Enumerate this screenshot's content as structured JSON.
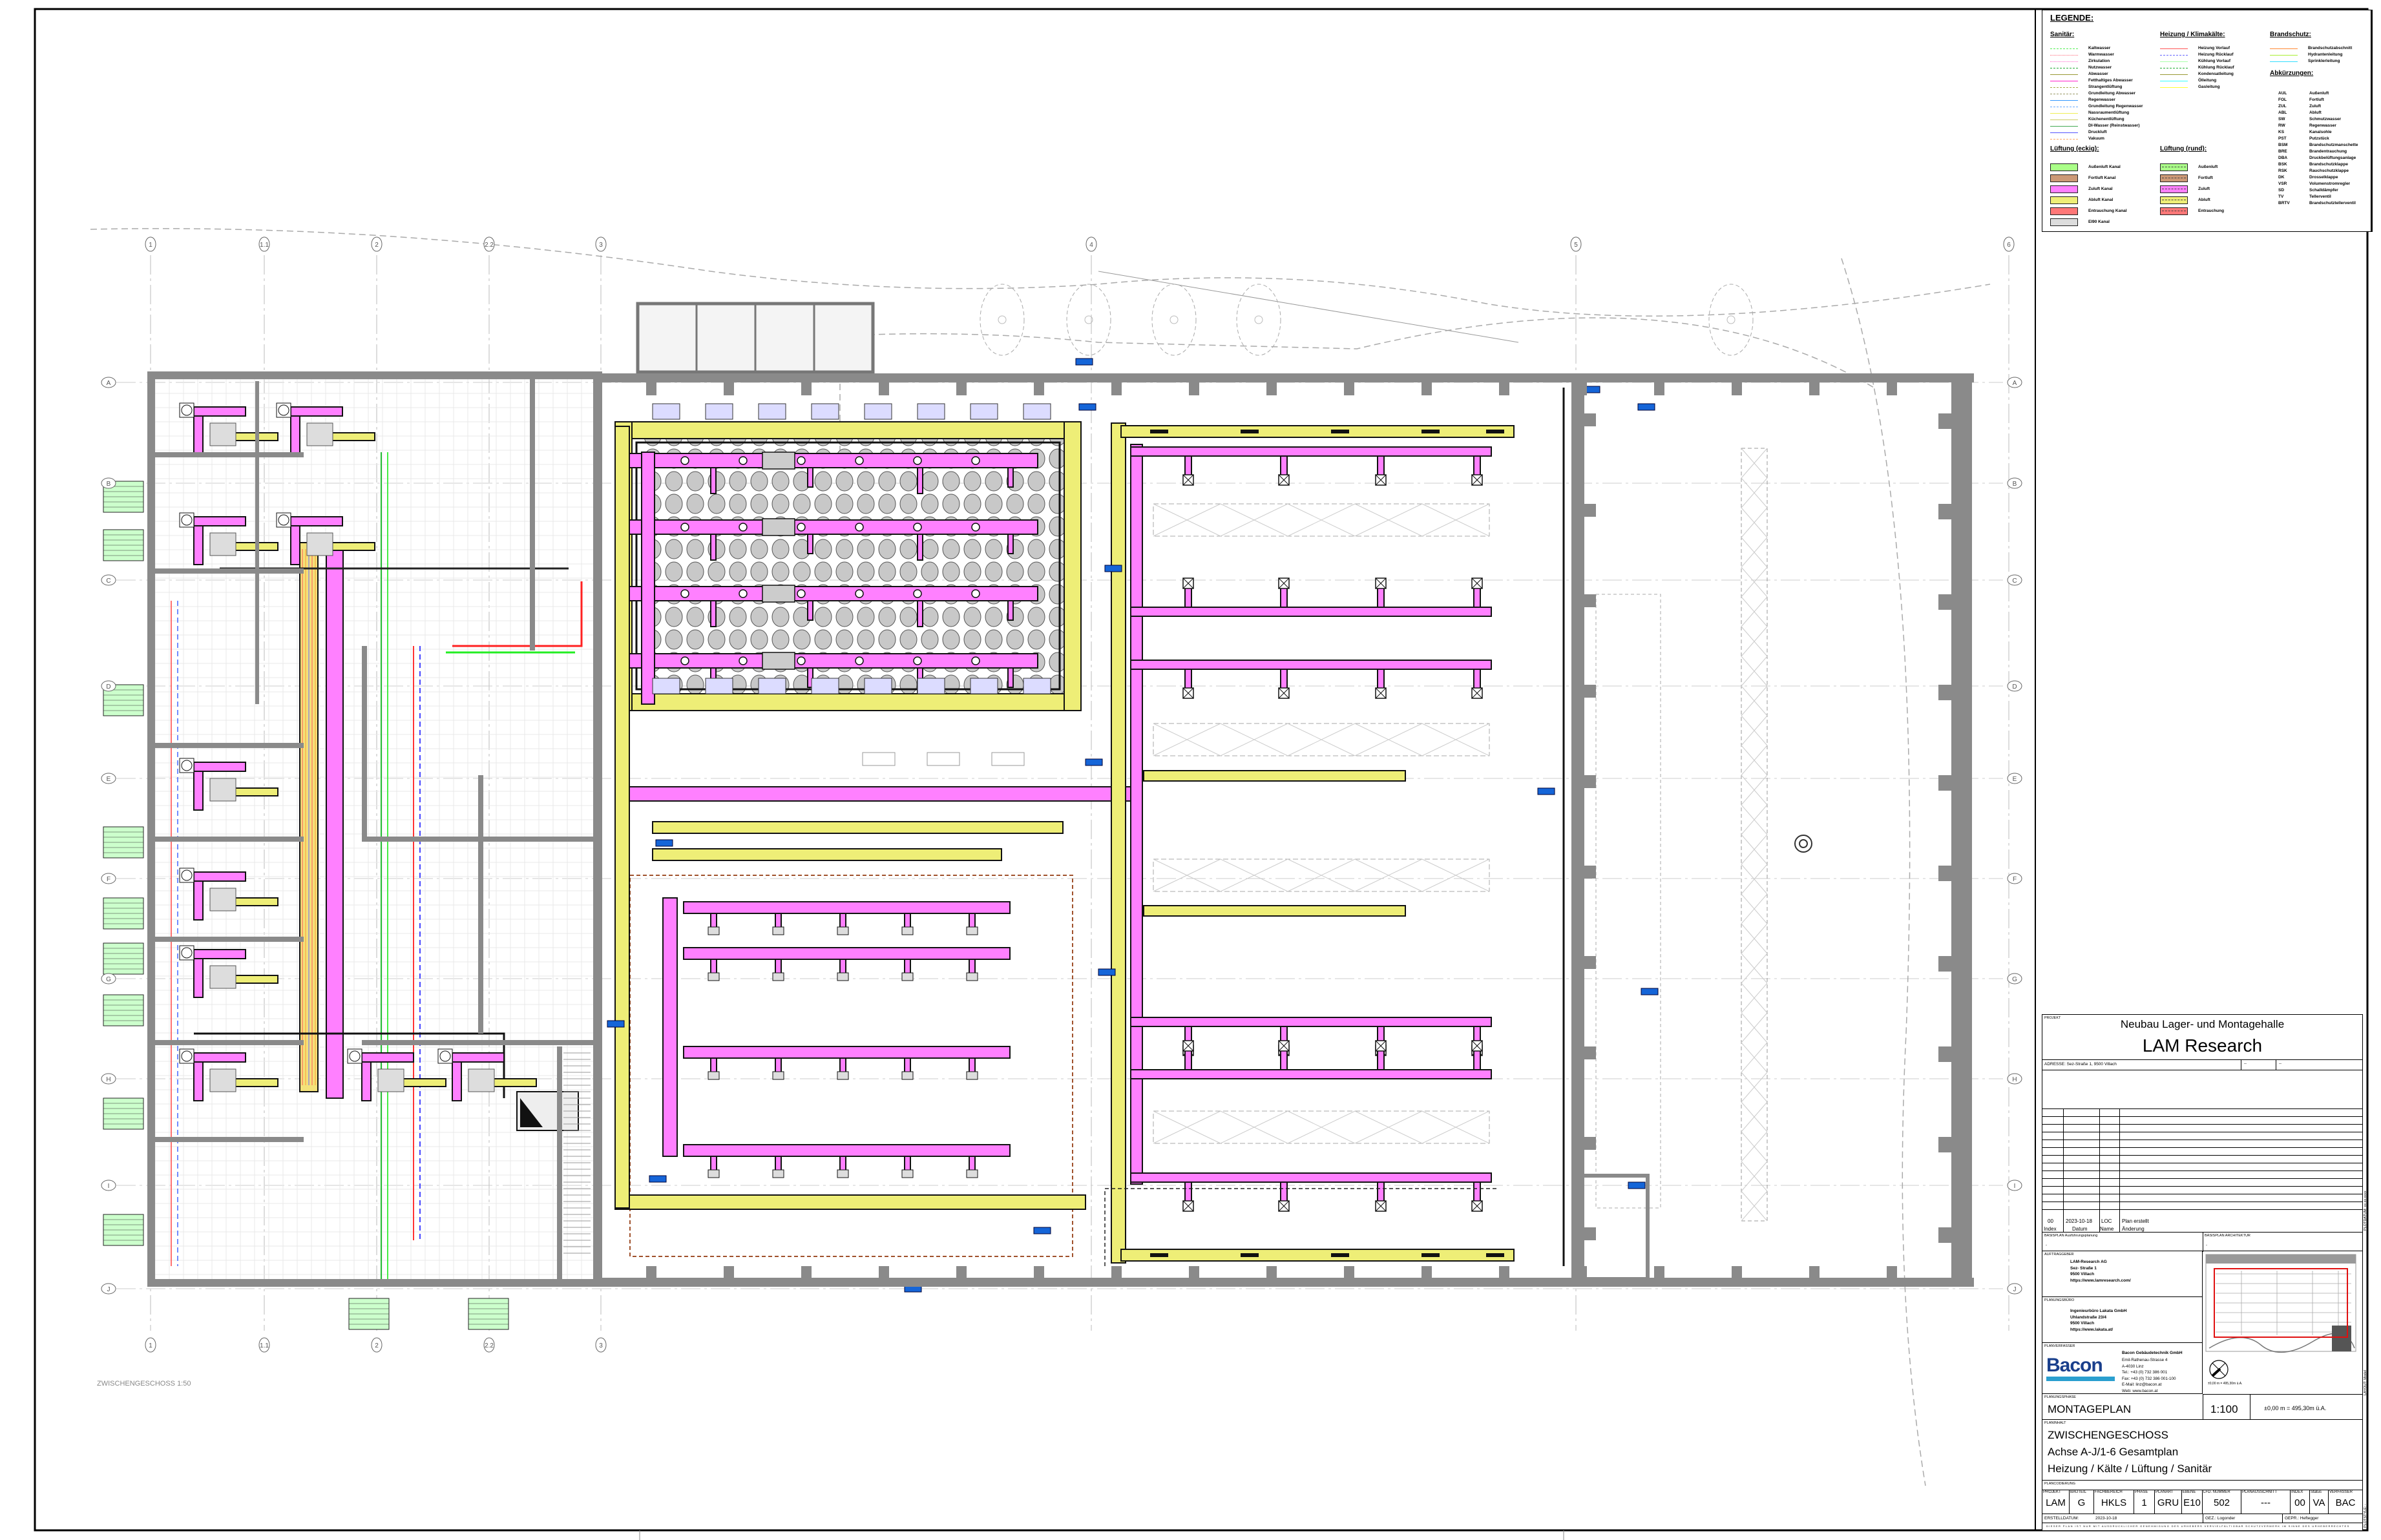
{
  "plan": {
    "grid_columns": [
      "1",
      "1.1",
      "2",
      "2.2",
      "3",
      "4",
      "5",
      "6"
    ],
    "grid_rows": [
      "A",
      "B",
      "C",
      "D",
      "E",
      "F",
      "G",
      "H",
      "I",
      "J"
    ],
    "caption": "ZWISCHENGESCHOSS 1:50",
    "colors": {
      "zuluft": "#ff80ff",
      "abluft": "#eeee77",
      "wall": "#8a8a8a",
      "tag": "#1565d8",
      "label_green": "#ccffcc"
    }
  },
  "legend": {
    "title": "LEGENDE:",
    "sanitaer": {
      "heading": "Sanitär:",
      "items": [
        {
          "label": "Kaltwasser",
          "color": "#55ee55",
          "style": "dashed"
        },
        {
          "label": "Warmwasser",
          "color": "#ff6677",
          "style": "dotted"
        },
        {
          "label": "Zirkulation",
          "color": "#ff66cc",
          "style": "dotted"
        },
        {
          "label": "Nutzwasser",
          "color": "#22aa33",
          "style": "dashed"
        },
        {
          "label": "Abwasser",
          "color": "#999933",
          "style": "solid"
        },
        {
          "label": "Fetthaltiges Abwasser",
          "color": "#ff22cc",
          "style": "solid"
        },
        {
          "label": "Strangentlüftung",
          "color": "#aaaa44",
          "style": "dashed"
        },
        {
          "label": "Grundleitung Abwasser",
          "color": "#999966",
          "style": "dashed"
        },
        {
          "label": "Regenwasser",
          "color": "#3399ff",
          "style": "solid"
        },
        {
          "label": "Grundleitung Regenwasser",
          "color": "#66aaff",
          "style": "dashed"
        },
        {
          "label": "Nassraumentlüftung",
          "color": "#eeee55",
          "style": "solid"
        },
        {
          "label": "Küchenentlüftung",
          "color": "#cccc66",
          "style": "solid"
        },
        {
          "label": "DI-Wasser (Reinstwasser)",
          "color": "#44aa55",
          "style": "solid"
        },
        {
          "label": "Druckluft",
          "color": "#5555ff",
          "style": "solid"
        },
        {
          "label": "Vakuum",
          "color": "#ffaa66",
          "style": "dashed"
        }
      ]
    },
    "heizung": {
      "heading": "Heizung / Klimakälte:",
      "items": [
        {
          "label": "Heizung Vorlauf",
          "color": "#ff5555",
          "style": "solid"
        },
        {
          "label": "Heizung Rücklauf",
          "color": "#6666ff",
          "style": "dashed"
        },
        {
          "label": "Kühlung Vorlauf",
          "color": "#aaffaa",
          "style": "solid"
        },
        {
          "label": "Kühlung Rücklauf",
          "color": "#22aa33",
          "style": "dashed"
        },
        {
          "label": "Kondensatleitung",
          "color": "#999933",
          "style": "solid"
        },
        {
          "label": "Ölleitung",
          "color": "#33ffff",
          "style": "solid"
        },
        {
          "label": "Gasleitung",
          "color": "#ffff33",
          "style": "solid"
        }
      ]
    },
    "brandschutz": {
      "heading": "Brandschutz:",
      "items": [
        {
          "label": "Brandschutzabschnitt",
          "color": "#ff8833",
          "style": "solid"
        },
        {
          "label": "Hydrantenleitung",
          "color": "#aaee33",
          "style": "solid"
        },
        {
          "label": "Sprinklerleitung",
          "color": "#33ddff",
          "style": "solid"
        }
      ]
    },
    "abkuerzungen": {
      "heading": "Abkürzungen:",
      "items": [
        {
          "abbr": "AUL",
          "meaning": "Außenluft"
        },
        {
          "abbr": "FOL",
          "meaning": "Fortluft"
        },
        {
          "abbr": "ZUL",
          "meaning": "Zuluft"
        },
        {
          "abbr": "ABL",
          "meaning": "Abluft"
        },
        {
          "abbr": "SW",
          "meaning": "Schmutzwasser"
        },
        {
          "abbr": "RW",
          "meaning": "Regenwasser"
        },
        {
          "abbr": "KS",
          "meaning": "Kanalsohle"
        },
        {
          "abbr": "PST",
          "meaning": "Putzstück"
        },
        {
          "abbr": "BSM",
          "meaning": "Brandschutzmanschette"
        },
        {
          "abbr": "BRE",
          "meaning": "Brandentrauchung"
        },
        {
          "abbr": "DBA",
          "meaning": "Druckbelüftungsanlage"
        },
        {
          "abbr": "BSK",
          "meaning": "Brandschutzklappe"
        },
        {
          "abbr": "RSK",
          "meaning": "Rauchschutzklappe"
        },
        {
          "abbr": "DK",
          "meaning": "Drosselklappe"
        },
        {
          "abbr": "VSR",
          "meaning": "Volumenstromregler"
        },
        {
          "abbr": "SD",
          "meaning": "Schalldämpfer"
        },
        {
          "abbr": "TV",
          "meaning": "Tellerventil"
        },
        {
          "abbr": "BRTV",
          "meaning": "Brandschutztellerventil"
        }
      ]
    },
    "lueftung_eckig": {
      "heading": "Lüftung (eckig):",
      "items": [
        {
          "label": "Außenluft Kanal",
          "color": "#aaff88"
        },
        {
          "label": "Fortluft Kanal",
          "color": "#cc9977"
        },
        {
          "label": "Zuluft Kanal",
          "color": "#ff80ff"
        },
        {
          "label": "Abluft Kanal",
          "color": "#eeee77"
        },
        {
          "label": "Entrauchung Kanal",
          "color": "#ff7777"
        },
        {
          "label": "EI90 Kanal",
          "color": "#dddddd"
        }
      ]
    },
    "lueftung_rund": {
      "heading": "Lüftung (rund):",
      "items": [
        {
          "label": "Außenluft",
          "color": "#aaff88"
        },
        {
          "label": "Fortluft",
          "color": "#cc9977"
        },
        {
          "label": "Zuluft",
          "color": "#ff80ff"
        },
        {
          "label": "Abluft",
          "color": "#eeee77"
        },
        {
          "label": "Entrauchung",
          "color": "#ff7777"
        }
      ]
    }
  },
  "title_block": {
    "projekt_caption": "PROJEKT",
    "projekt_line1": "Neubau Lager- und Montagehalle",
    "projekt_line2": "LAM Research",
    "adresse": "ADRESSE: Sez-Straße 1, 9500 Villach",
    "adresse_extra1": "--",
    "adresse_extra2": "--",
    "revision": {
      "index": "00",
      "datum": "2023-10-18",
      "name": "LOC",
      "aenderung": "Plan erstellt"
    },
    "revision_headers": {
      "index": "Index",
      "datum": "Datum",
      "name": "Name",
      "aenderung": "Änderung"
    },
    "basisplan_ausfuehrung_caption": "BASISPLAN Ausführungsplanung",
    "basisplan_ausfuehrung_value": "-",
    "basisplan_architektur_caption": "BASISPLAN ARCHITEKTUR",
    "basisplan_architektur_value": "-",
    "auftraggeber_caption": "AUFTRAGGEBER",
    "auftraggeber": [
      "LAM-Research AG",
      "Sez- Straße 1",
      "9500 Villach",
      "https://www.lamresearch.com/"
    ],
    "planungsbuero_caption": "PLANUNGSBÜRO",
    "planungsbuero": [
      "Ingenieurbüro Lakata GmbH",
      "Uhlandstraße 23/4",
      "9500 Villach",
      "https://www.lakata.at/"
    ],
    "planverfasser_caption": "PLANVERFASSER",
    "logo_text": "Bacon",
    "planverfasser_name": "Bacon Gebäudetechnik GmbH",
    "planverfasser": [
      "Emil-Rathenau-Strasse 4",
      "A-4030 Linz",
      "Tel.: +43 (0) 732 386 001",
      "Fax: +43 (0) 732 386 001-100",
      "E-Mail: linz@bacon.at",
      "Web: www.bacon.at"
    ],
    "map_caption": "±0,00 m = 495,30m ü.A.",
    "planungsphase_caption": "PLANUNGSPHASE",
    "planungsphase": "MONTAGEPLAN",
    "massstab": "1:100",
    "hoehe": "±0,00 m = 495,30m ü.A.",
    "planinhalt_caption": "PLANINHALT",
    "planinhalt": [
      "ZWISCHENGESCHOSS",
      "Achse A-J/1-6 Gesamtplan",
      "Heizung / Kälte / Lüftung / Sanitär"
    ],
    "plancodierung_caption": "PLANCODIERUNG",
    "code_headers": [
      "PROJEKT",
      "BAUTEIL",
      "FACHBEREICH",
      "PHASE",
      "PLANART",
      "EBENE",
      "LFD. NUMMER",
      "PLANAUSSCHNITT",
      "INDEX",
      "Status",
      "VERFASSER"
    ],
    "code_values": [
      "LAM",
      "G",
      "HKLS",
      "1",
      "GRU",
      "E10",
      "502",
      "---",
      "00",
      "VA",
      "BAC"
    ],
    "erstelldatum_caption": "ERSTELLDATUM:",
    "erstelldatum": "2023-10-18",
    "gez": "GEZ.: Logonder",
    "gepr": "GEPR.: Heftegger",
    "disclaimer": "DIESER PLAN IST NUR MIT AUSDRÜCKLICHER GENEHMIGUNG DES URHEBERS VERVIELFÄLTIGBAR  SCHUTZVERMERK IM SINNE DES URHEBERRECHTES"
  },
  "side_strip": {
    "plotdatum": "PLOTDATUM: xx.xx.xxxx",
    "layout": "LAYOUT: Model",
    "plotstyle": "PLOTSTYLE: -"
  }
}
